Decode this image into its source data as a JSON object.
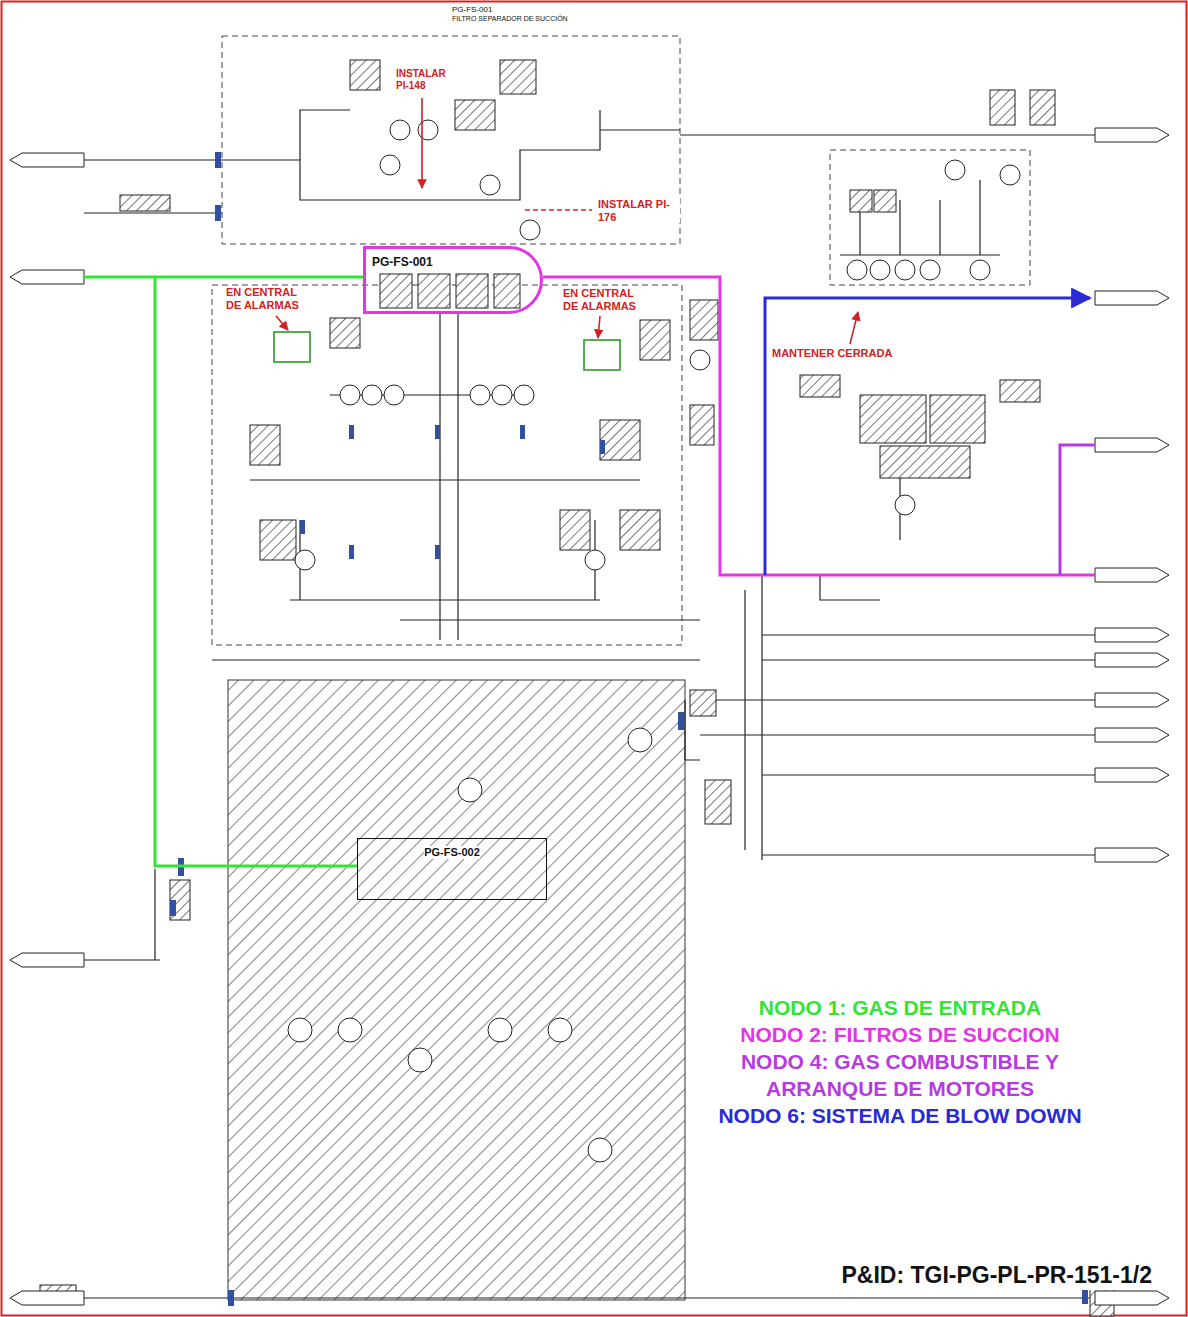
{
  "diagram": {
    "caption": "P&ID: TGI-PG-PL-PR-151-1/2",
    "nodes": [
      {
        "text": [
          "PG-FS-001"
        ]
      },
      {
        "text": [
          "PG-FS-002"
        ]
      }
    ],
    "edges": [
      {
        "from": 0,
        "to": 1,
        "arrow": "none"
      }
    ],
    "labels": [
      "PG-FS-001",
      "FILTRO SEPARADOR DE SUCCIÓN",
      "INSTALAR PI-148",
      "INSTALAR PI-176",
      "EN CENTRAL DE ALARMAS",
      "EN CENTRAL DE ALARMAS",
      "MANTENER CERRADA"
    ],
    "legend": [
      {
        "text": "NODO 1: GAS DE ENTRADA",
        "color": "#33e533"
      },
      {
        "text": "NODO 2: FILTROS DE SUCCION",
        "color": "#e236e2"
      },
      {
        "text": "NODO 4: GAS COMBUSTIBLE Y ARRANQUE DE MOTORES",
        "color": "#b63ae0"
      },
      {
        "text": "NODO 6: SISTEMA DE BLOW DOWN",
        "color": "#2a2ad6"
      }
    ]
  }
}
